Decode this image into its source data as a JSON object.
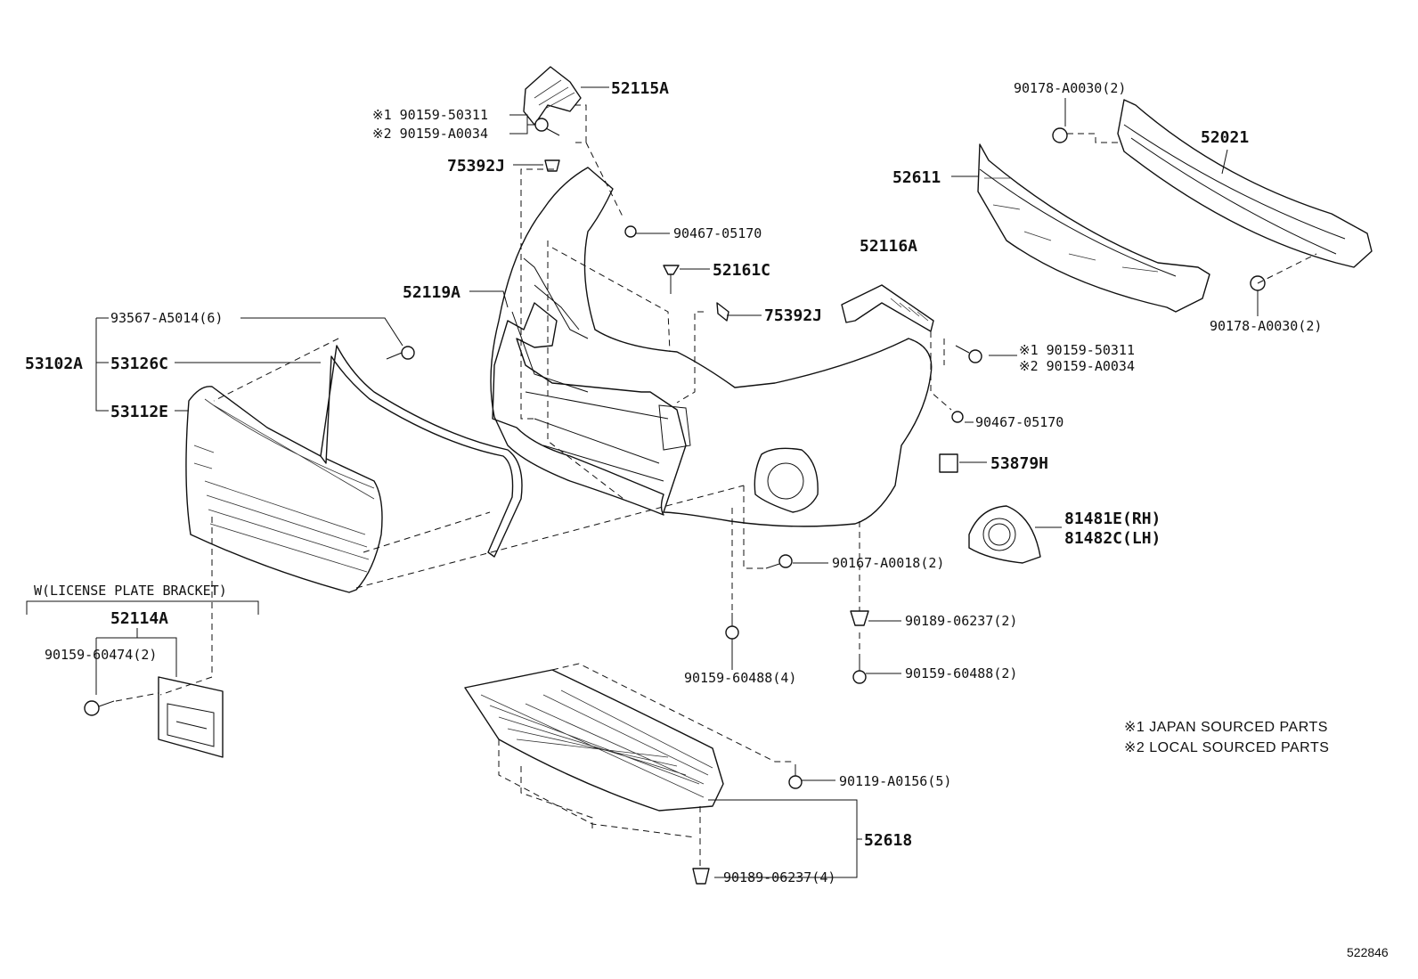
{
  "labels": {
    "p52115A": "52115A",
    "sc1_a": "※1 90159-50311",
    "sc2_a": "※2 90159-A0034",
    "p75392J_a": "75392J",
    "p90467_a": "90467-05170",
    "p52161C": "52161C",
    "p75392J_b": "75392J",
    "p52119A": "52119A",
    "p93567": "93567-A5014(6)",
    "p53102A": "53102A",
    "p53126C": "53126C",
    "p53112E": "53112E",
    "p52116A": "52116A",
    "sc1_b": "※1 90159-50311",
    "sc2_b": "※2 90159-A0034",
    "p90467_b": "90467-05170",
    "p53879H": "53879H",
    "p81481E": "81481E(RH)",
    "p81482C": "81482C(LH)",
    "p90167": "90167-A0018(2)",
    "p90189_a": "90189-06237(2)",
    "p90159_488_a": "90159-60488(4)",
    "p90159_488_b": "90159-60488(2)",
    "p90178_a": "90178-A0030(2)",
    "p52021": "52021",
    "p52611": "52611",
    "p90178_b": "90178-A0030(2)",
    "license_bracket": "W(LICENSE PLATE BRACKET)",
    "p52114A": "52114A",
    "p90159_474": "90159-60474(2)",
    "p90119": "90119-A0156(5)",
    "p52618": "52618",
    "p90189_b": "90189-06237(4)"
  },
  "notes": {
    "note1": "※1 JAPAN SOURCED PARTS",
    "note2": "※2 LOCAL SOURCED PARTS"
  },
  "diagram_code": "522846"
}
